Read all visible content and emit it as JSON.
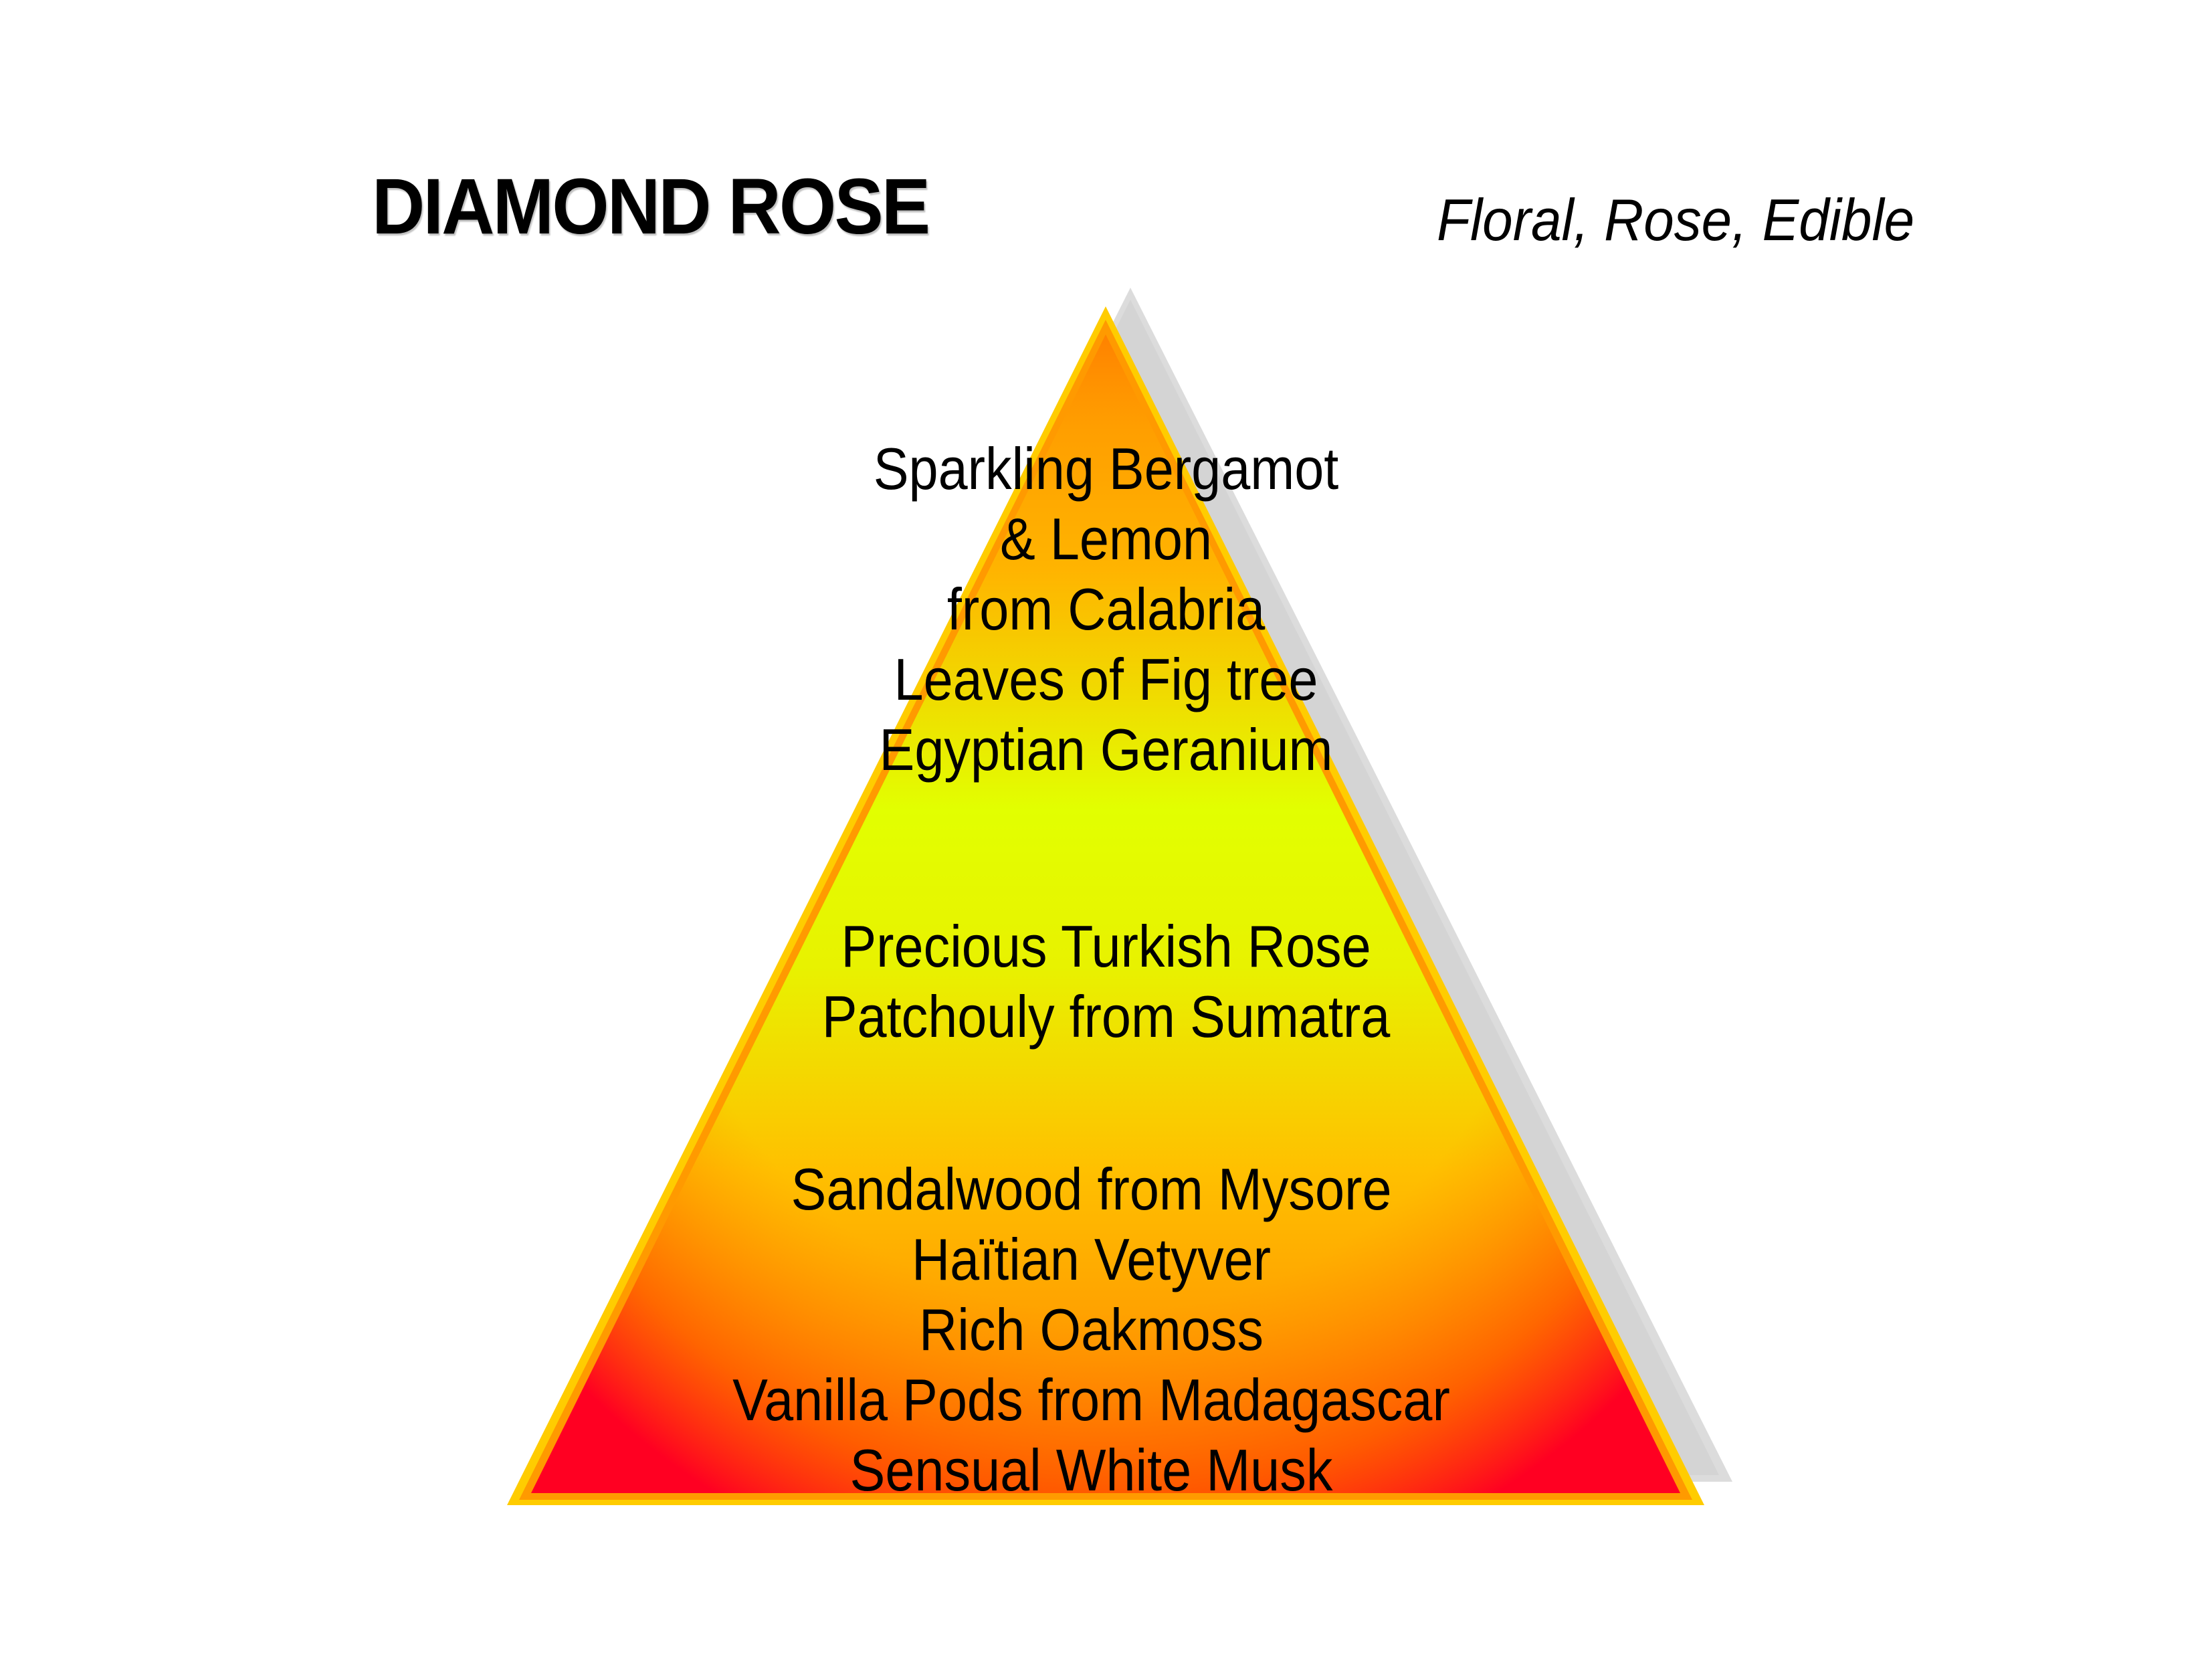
{
  "header": {
    "title": "DIAMOND ROSE",
    "subtitle": "Floral, Rose, Edible"
  },
  "pyramid": {
    "colors": {
      "outer_border": "#FFCC00",
      "inner_border": "#FF9900",
      "top_fill": "#FF8C00",
      "mid_fill": "#E6FF00",
      "base_center_fill": "#FFA500",
      "base_corner_fill": "#FF0022",
      "shadow": "#D6D6D6"
    },
    "tiers": [
      {
        "name": "top-notes",
        "lines": [
          "Sparkling Bergamot",
          "& Lemon",
          "from Calabria",
          "Leaves of Fig tree",
          "Egyptian Geranium"
        ]
      },
      {
        "name": "heart-notes",
        "lines": [
          "Precious Turkish Rose",
          "Patchouly from Sumatra"
        ]
      },
      {
        "name": "base-notes",
        "lines": [
          "Sandalwood from Mysore",
          "Haïtian Vetyver",
          "Rich Oakmoss",
          "Vanilla Pods from Madagascar",
          "Sensual White Musk"
        ]
      }
    ]
  }
}
